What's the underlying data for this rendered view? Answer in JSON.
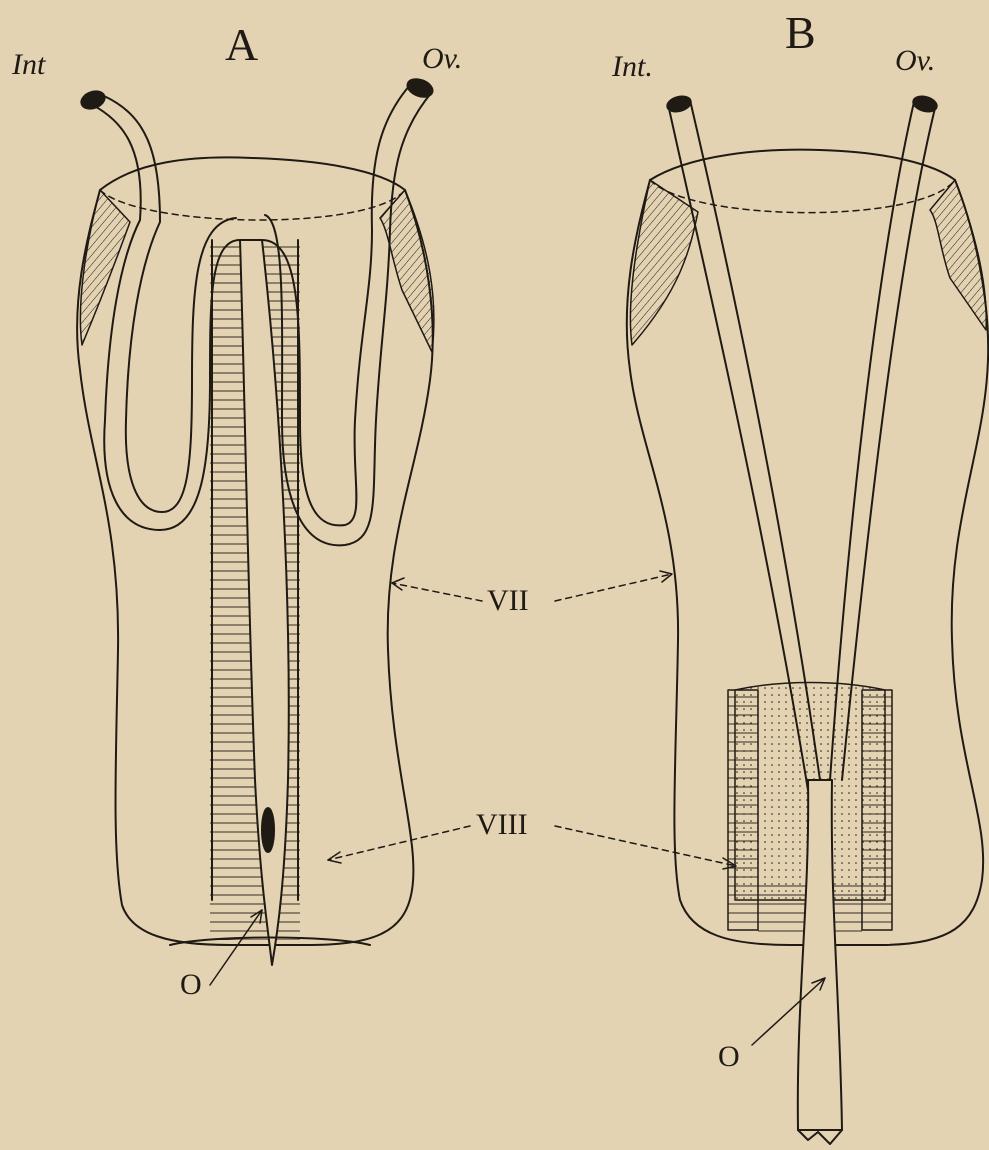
{
  "figure": {
    "panels": [
      {
        "letter": "A",
        "labels": {
          "left_tube": "Int",
          "right_tube": "Ov.",
          "segment_7": "VII",
          "segment_8": "VIII",
          "opening": "O"
        }
      },
      {
        "letter": "B",
        "labels": {
          "left_tube": "Int.",
          "right_tube": "Ov.",
          "opening": "O"
        }
      }
    ],
    "colors": {
      "paper": "#e3d3b2",
      "ink": "#1f1a14"
    }
  }
}
